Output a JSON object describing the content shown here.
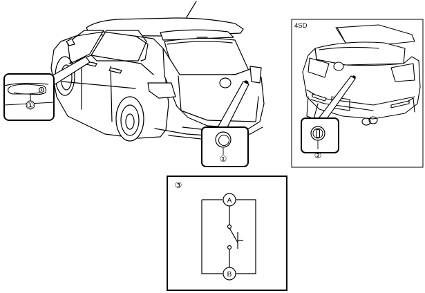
{
  "hatchback_view": {
    "door_handle_callout": {
      "label": "①"
    },
    "hatch_callout": {
      "label": "①"
    }
  },
  "sedan_view": {
    "variant_label": "4SD",
    "trunk_callout": {
      "label": "②"
    }
  },
  "circuit": {
    "label": "③",
    "terminal_top": "A",
    "terminal_bottom": "B"
  }
}
